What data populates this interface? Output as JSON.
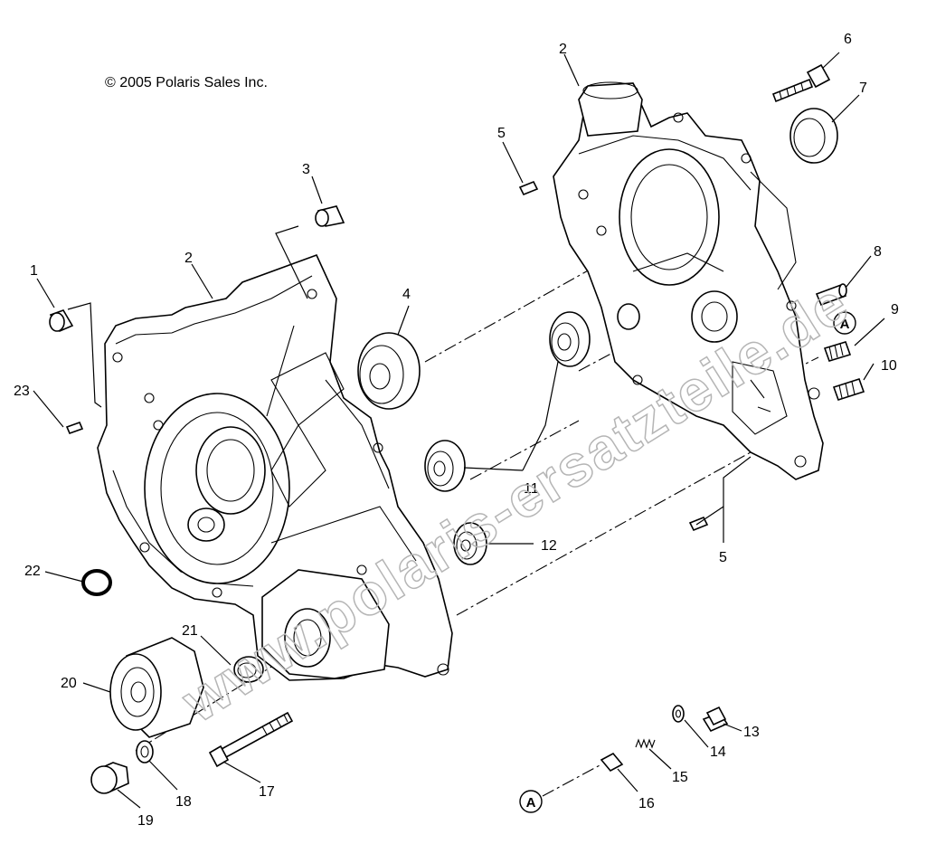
{
  "copyright": "© 2005 Polaris Sales Inc.",
  "watermark": "www.polaris-ersatzteile.de",
  "reference_marker": "A",
  "callouts": {
    "c1": "1",
    "c2a": "2",
    "c2b": "2",
    "c3": "3",
    "c4": "4",
    "c5a": "5",
    "c5b": "5",
    "c6": "6",
    "c7": "7",
    "c8": "8",
    "c9": "9",
    "c10": "10",
    "c11": "11",
    "c12": "12",
    "c13": "13",
    "c14": "14",
    "c15": "15",
    "c16": "16",
    "c17": "17",
    "c18": "18",
    "c19": "19",
    "c20": "20",
    "c21": "21",
    "c22": "22",
    "c23": "23"
  }
}
